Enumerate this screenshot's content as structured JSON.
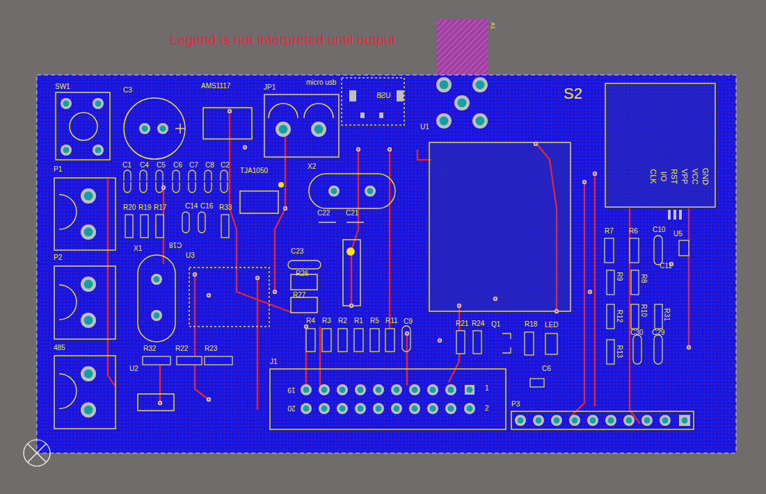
{
  "diagram": {
    "labels": [
      "Legend is not interpreted until output",
      "A1",
      "SW1",
      "C3",
      "AMS1117",
      "JP1",
      "micro usb",
      "USB",
      "S2",
      "U1",
      "C1",
      "C4",
      "C5",
      "C6",
      "C7",
      "C8",
      "C2",
      "TJA1050",
      "X2",
      "P1",
      "R20",
      "R19",
      "R17",
      "C14",
      "C16",
      "R33",
      "C22",
      "C21",
      "C18",
      "X1",
      "U3",
      "C23",
      "P2",
      "R26",
      "R27",
      "R7",
      "R6",
      "C10",
      "U5",
      "C11",
      "R9",
      "R8",
      "R12",
      "R10",
      "R31",
      "R13",
      "C30",
      "C29",
      "R4",
      "R3",
      "R2",
      "R1",
      "R5",
      "R11",
      "C9",
      "R21",
      "R24",
      "Q1",
      "R18",
      "LED",
      "485",
      "R32",
      "R22",
      "R23",
      "U2",
      "J1",
      "19",
      "1",
      "20",
      "2",
      "C6",
      "P3",
      "GND",
      "VCC",
      "VPP",
      "RST",
      "I/O",
      "CLK"
    ]
  }
}
